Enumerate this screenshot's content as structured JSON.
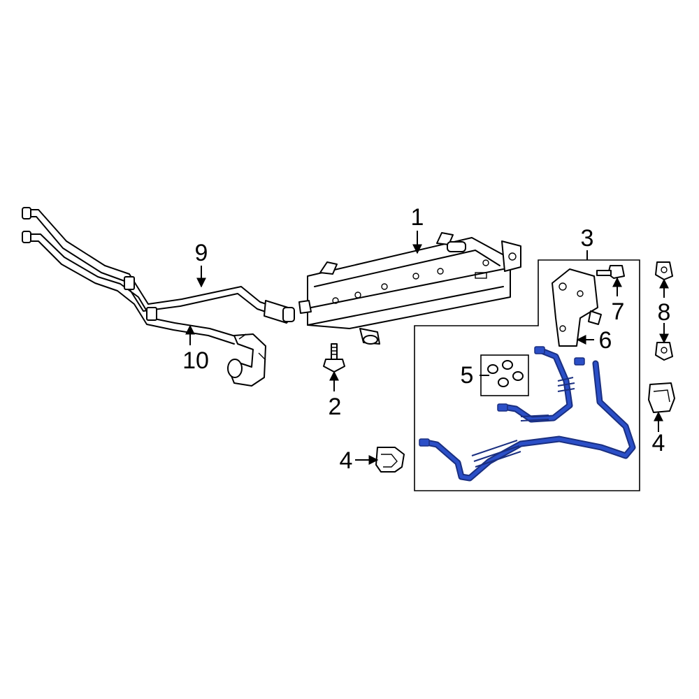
{
  "colors": {
    "highlight": "#2b4fc7",
    "highlight_dark": "#1a2f80",
    "line": "#000000",
    "background": "#ffffff"
  },
  "callouts": {
    "c1": "1",
    "c2": "2",
    "c3": "3",
    "c4a": "4",
    "c4b": "4",
    "c5": "5",
    "c6": "6",
    "c7": "7",
    "c8": "8",
    "c9": "9",
    "c10": "10"
  }
}
